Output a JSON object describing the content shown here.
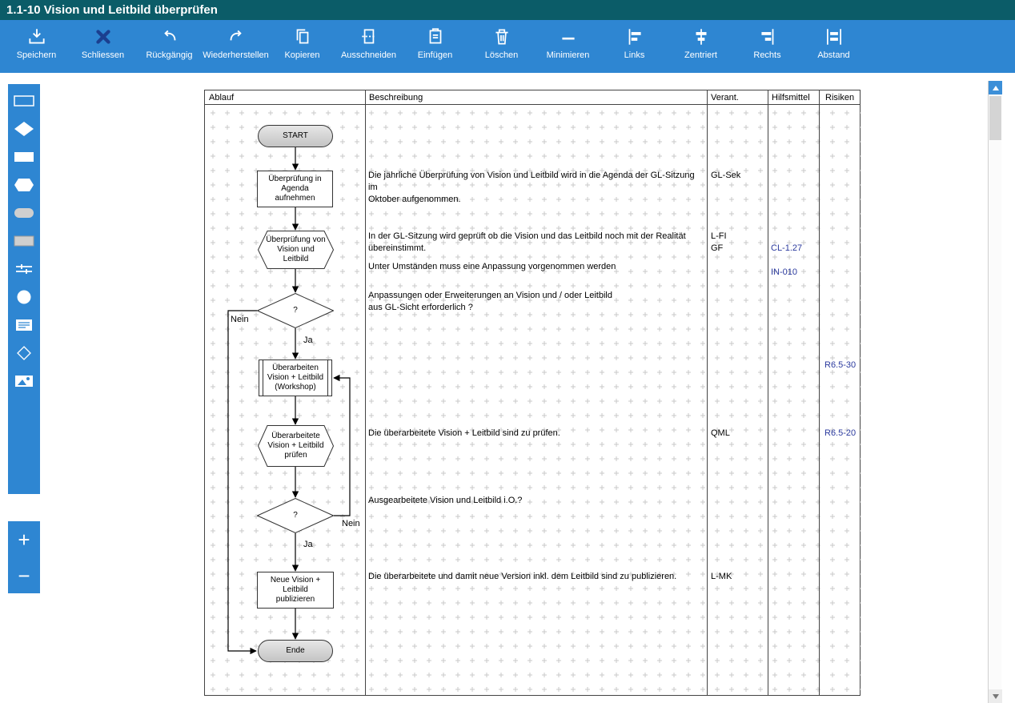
{
  "window": {
    "title": "1.1-10 Vision und Leitbild überprüfen"
  },
  "toolbar": {
    "items": [
      {
        "label": "Speichern",
        "icon": "save-icon"
      },
      {
        "label": "Schliessen",
        "icon": "close-icon"
      },
      {
        "label": "Rückgängig",
        "icon": "undo-icon"
      },
      {
        "label": "Wiederherstellen",
        "icon": "redo-icon"
      },
      {
        "label": "Kopieren",
        "icon": "copy-icon"
      },
      {
        "label": "Ausschneiden",
        "icon": "cut-icon"
      },
      {
        "label": "Einfügen",
        "icon": "paste-icon"
      },
      {
        "label": "Löschen",
        "icon": "trash-icon"
      },
      {
        "label": "Minimieren",
        "icon": "minimize-icon"
      },
      {
        "label": "Links",
        "icon": "align-left-icon"
      },
      {
        "label": "Zentriert",
        "icon": "align-center-icon"
      },
      {
        "label": "Rechts",
        "icon": "align-right-icon"
      },
      {
        "label": "Abstand",
        "icon": "spacing-icon"
      }
    ]
  },
  "palette": {
    "tools": [
      "rectangle",
      "diamond",
      "process",
      "hexagon",
      "rounded-rectangle",
      "shaded-rectangle",
      "parallel-lines",
      "circle",
      "text-block",
      "small-diamond",
      "image"
    ]
  },
  "zoom_controls": {
    "zoom_in": "+",
    "zoom_out": "−"
  },
  "table": {
    "headers": {
      "ablauf": "Ablauf",
      "beschreibung": "Beschreibung",
      "verant": "Verant.",
      "hilfsmittel": "Hilfsmittel",
      "risiken": "Risiken"
    }
  },
  "flow": {
    "nodes": {
      "start": "START",
      "agenda": "Überprüfung in\nAgenda\naufnehmen",
      "check": "Überprüfung von\nVision und\nLeitbild",
      "decision1": "?",
      "rework": "Überarbeiten\nVision + Leitbild\n(Workshop)",
      "review": "Überarbeitete\nVision + Leitbild\nprüfen",
      "decision2": "?",
      "publish": "Neue Vision +\nLeitbild\npublizieren",
      "end": "Ende"
    },
    "edges": {
      "decision1_no": "Nein",
      "decision1_yes": "Ja",
      "decision2_no": "Nein",
      "decision2_yes": "Ja"
    }
  },
  "rows": {
    "agenda": {
      "beschreibung": "Die jährliche Überprüfung von Vision und Leitbild wird in die Agenda der GL-Sitzung im\nOktober aufgenommen.",
      "verant": "GL-Sek"
    },
    "check": {
      "beschreibung": "In der GL-Sitzung wird geprüft ob die Vision und das Leitbild noch mit der Realität\nübereinstimmt.",
      "note": "Unter Umständen muss eine Anpassung vorgenommen werden",
      "verant": "L-FI\nGF",
      "hilfsmittel": [
        "CL-1.27",
        "IN-010"
      ]
    },
    "decision1": {
      "beschreibung": "Anpassungen oder Erweiterungen an Vision und / oder Leitbild\naus GL-Sicht erforderlich ?"
    },
    "rework": {
      "risiken": "R6.5-30"
    },
    "review": {
      "beschreibung": "Die überarbeitete Vision + Leitbild sind zu prüfen.",
      "verant": "QML",
      "risiken": "R6.5-20"
    },
    "decision2": {
      "beschreibung": "Ausgearbeitete Vision und Leitbild i.O.?"
    },
    "publish": {
      "beschreibung": "Die überarbeitete und damit neue Version inkl. dem Leitbild sind zu publizieren.",
      "verant": "L-MK"
    }
  },
  "colors": {
    "toolbar_blue": "#2e86d2",
    "titlebar_teal": "#0b5c68",
    "link_blue": "#2b3a9e",
    "close_x_navy": "#1b3f8f"
  }
}
